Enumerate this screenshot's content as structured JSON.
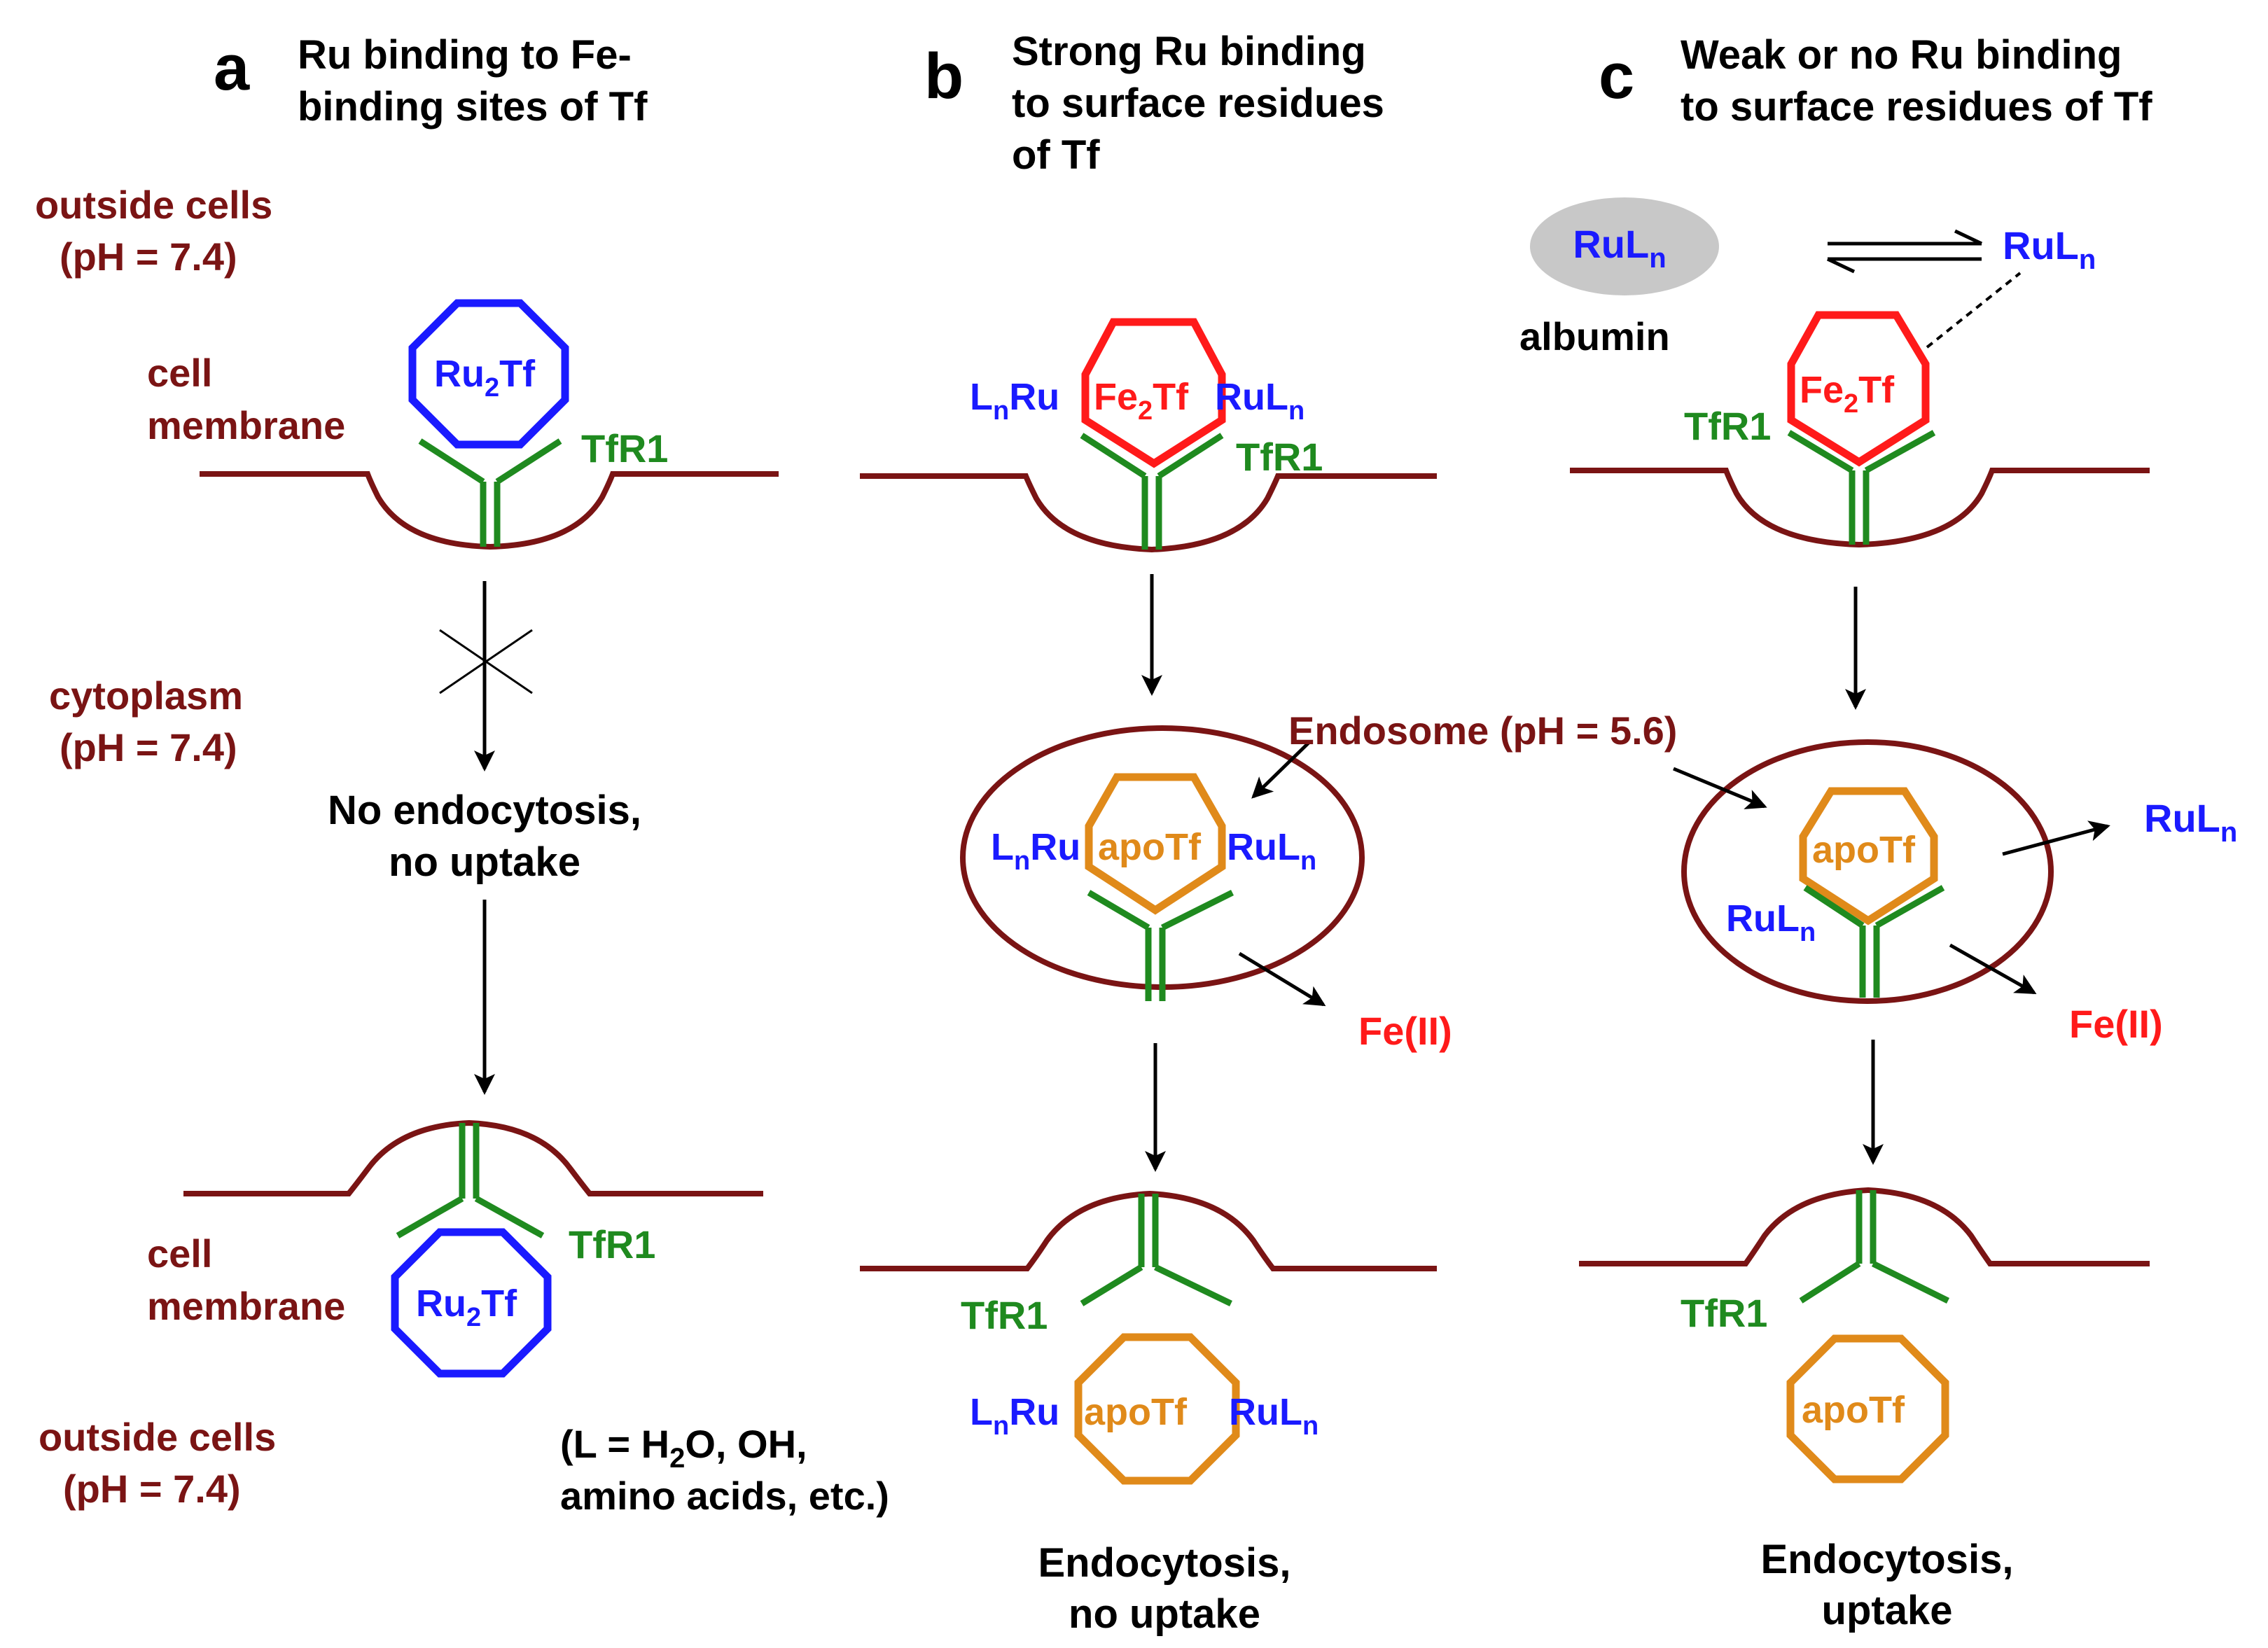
{
  "colors": {
    "membrane": "#7a1414",
    "receptor": "#1f8a1f",
    "ru": "#1a1aff",
    "fe": "#ff1a1a",
    "apo": "#e08a1a",
    "albumin": "#c8c8c8",
    "black": "#000000"
  },
  "panels": {
    "a": {
      "letter": "a",
      "title_lines": [
        "Ru binding to Fe-",
        "binding sites of Tf"
      ],
      "outside_top": [
        "outside cells",
        "(pH = 7.4)"
      ],
      "membrane_top": [
        "cell",
        "membrane"
      ],
      "cytoplasm": [
        "cytoplasm",
        "(pH = 7.4)"
      ],
      "result": [
        "No endocytosis,",
        "no uptake"
      ],
      "membrane_bottom": [
        "cell",
        "membrane"
      ],
      "outside_bottom": [
        "outside cells",
        "(pH = 7.4)"
      ],
      "tfr1_top": "TfR1",
      "tfr1_bottom": "TfR1",
      "protein_main": "Ru",
      "protein_sub": "2",
      "protein_tail": "Tf"
    },
    "b": {
      "letter": "b",
      "title_lines": [
        "Strong Ru binding",
        "to surface residues",
        "of Tf"
      ],
      "ligand_left_a": "L",
      "ligand_left_sub": "n",
      "ligand_left_b": "Ru",
      "ligand_right_a": "RuL",
      "ligand_right_sub": "n",
      "fe_main": "Fe",
      "fe_sub": "2",
      "fe_tail": "Tf",
      "tfr1_top": "TfR1",
      "apo_label": "apoTf",
      "fe_release": "Fe(II)",
      "tfr1_bottom": "TfR1",
      "result": [
        "Endocytosis,",
        "no uptake"
      ]
    },
    "c": {
      "letter": "c",
      "title_lines": [
        "Weak or no Ru binding",
        "to surface residues of Tf"
      ],
      "albumin_rul_a": "RuL",
      "albumin_rul_sub": "n",
      "free_rul_a": "RuL",
      "free_rul_sub": "n",
      "albumin_label": "albumin",
      "fe_main": "Fe",
      "fe_sub": "2",
      "fe_tail": "Tf",
      "tfr1_top": "TfR1",
      "apo_label": "apoTf",
      "endo_rul_a": "RuL",
      "endo_rul_sub": "n",
      "released_rul_a": "RuL",
      "released_rul_sub": "n",
      "fe_release": "Fe(II)",
      "tfr1_bottom": "TfR1",
      "result": [
        "Endocytosis,",
        "uptake"
      ]
    }
  },
  "endosome_label": "Endosome (pH = 5.6)",
  "ligand_note": {
    "line1_a": "(L = H",
    "line1_sub": "2",
    "line1_b": "O, OH,",
    "line2": "amino acids, etc.)"
  }
}
